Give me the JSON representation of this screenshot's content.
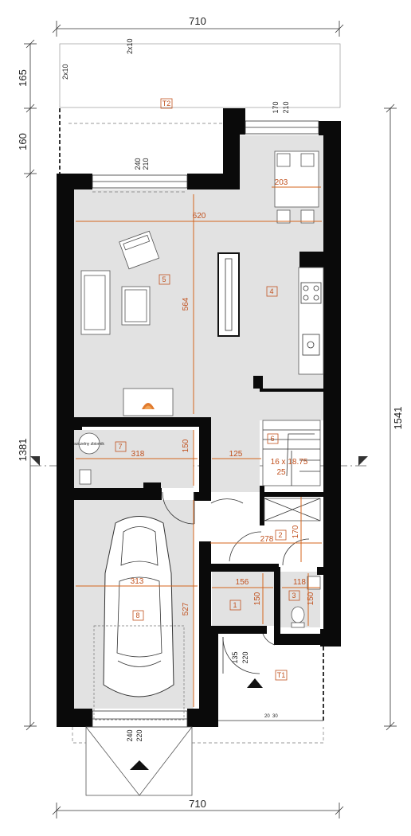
{
  "dimensions": {
    "width_top": "710",
    "width_bottom": "710",
    "left_165": "165",
    "left_160": "160",
    "left_1381": "1381",
    "right_1541": "1541"
  },
  "rooms": [
    {
      "id": "T2",
      "number": "T2"
    },
    {
      "id": "1",
      "number": "1"
    },
    {
      "id": "2",
      "number": "2"
    },
    {
      "id": "3",
      "number": "3"
    },
    {
      "id": "4",
      "number": "4"
    },
    {
      "id": "5",
      "number": "5"
    },
    {
      "id": "6",
      "number": "6"
    },
    {
      "id": "7",
      "number": "7"
    },
    {
      "id": "8",
      "number": "8"
    },
    {
      "id": "T1",
      "number": "T1"
    }
  ],
  "interior_dims": {
    "d620": "620",
    "d564": "564",
    "d203": "203",
    "d318": "318",
    "d150a": "150",
    "d125": "125",
    "d16x1875": "16 x 18.75",
    "d25": "25",
    "d278": "278",
    "d170b": "170",
    "d156": "156",
    "d118": "118",
    "d150b": "150",
    "d150c": "150",
    "d313": "313",
    "d527": "527"
  },
  "window_dims": {
    "w_top_a": "240",
    "w_top_b": "210",
    "w_kitchen_a": "170",
    "w_kitchen_b": "210",
    "w_door_a": "135",
    "w_door_b": "220",
    "w_garage_a": "240",
    "w_garage_b": "220"
  },
  "small_labels": {
    "kon1": "2x10",
    "kon2": "2x10",
    "boiler_note": "szczelny zbiornik",
    "rail1": "20",
    "rail2": "30"
  }
}
